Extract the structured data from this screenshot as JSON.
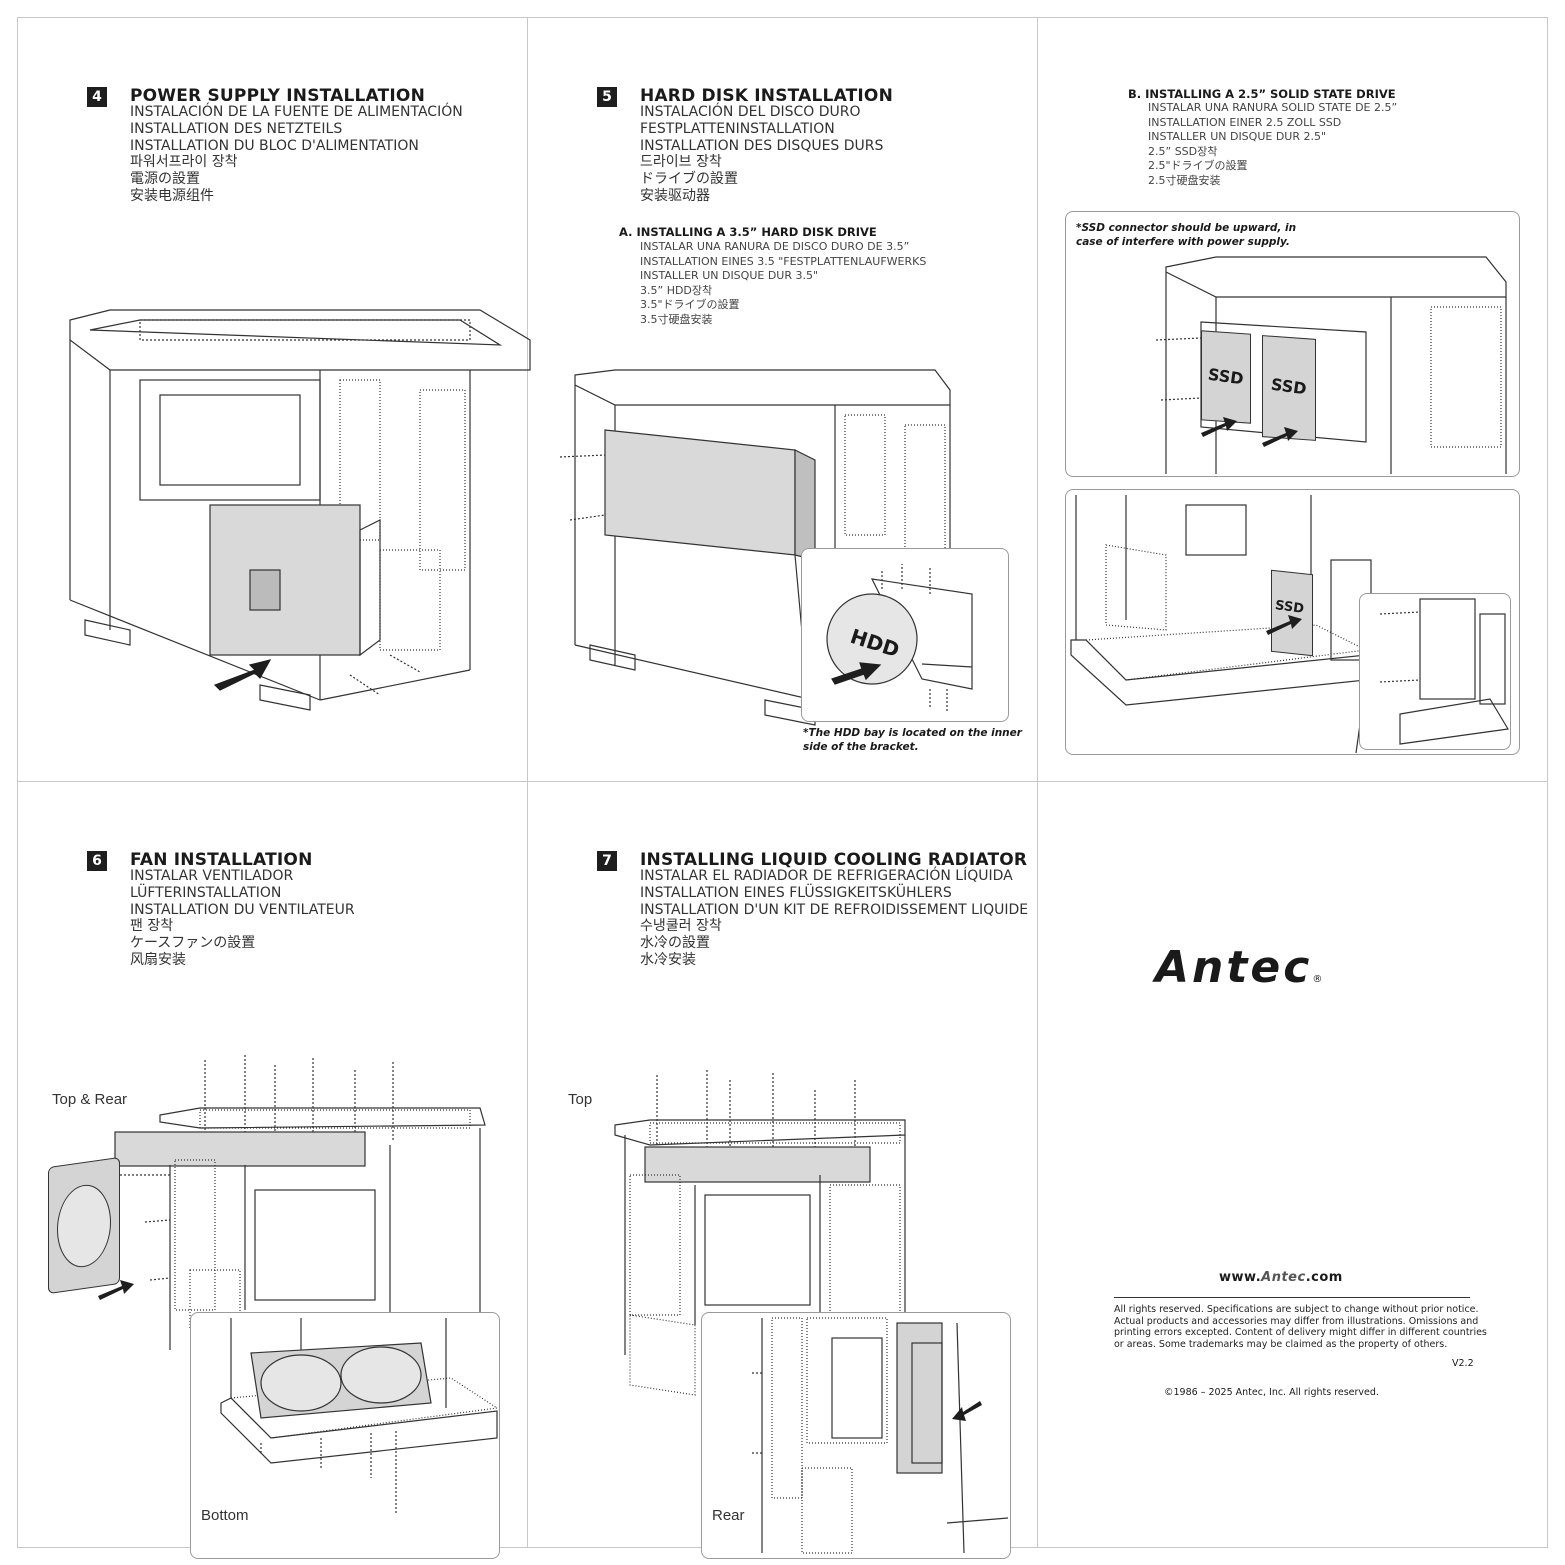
{
  "sections": {
    "psu": {
      "number": "4",
      "title": "POWER SUPPLY INSTALLATION",
      "translations": [
        "INSTALACIÓN DE LA FUENTE DE ALIMENTACIÓN",
        "INSTALLATION DES NETZTEILS",
        "INSTALLATION DU BLOC D'ALIMENTATION",
        "파워서프라이 장착",
        "電源の設置",
        "安装电源组件"
      ]
    },
    "hdd": {
      "number": "5",
      "title": "HARD DISK INSTALLATION",
      "translations": [
        "INSTALACIÓN DEL DISCO DURO",
        "FESTPLATTENINSTALLATION",
        "INSTALLATION DES DISQUES DURS",
        "드라이브 장착",
        "ドライブの設置",
        "安装驱动器"
      ],
      "part_a": {
        "title": "A.  INSTALLING A 3.5”  HARD DISK DRIVE",
        "translations": [
          "INSTALAR UNA RANURA DE DISCO DURO DE 3.5”",
          "INSTALLATION EINES 3.5 \"FESTPLATTENLAUFWERKS",
          "INSTALLER UN DISQUE DUR 3.5\"",
          "3.5” HDD장착",
          "3.5\"ドライブの設置",
          "3.5寸硬盘安装"
        ],
        "label": "HDD",
        "note": [
          "*The HDD bay is located on the inner",
          "side of the bracket."
        ]
      },
      "part_b": {
        "title": "B.  INSTALLING A 2.5”  SOLID STATE DRIVE",
        "translations": [
          "INSTALAR UNA RANURA SOLID STATE DE 2.5”",
          "INSTALLATION EINER 2.5 ZOLL SSD",
          "INSTALLER UN DISQUE DUR 2.5\"",
          "2.5” SSD장착",
          "2.5\"ドライブの設置",
          "2.5寸硬盘安装"
        ],
        "note": [
          "*SSD connector should be upward, in",
          "case of interfere with power supply."
        ],
        "label": "SSD"
      }
    },
    "fan": {
      "number": "6",
      "title": "FAN INSTALLATION",
      "translations": [
        "INSTALAR VENTILADOR",
        "LÜFTERINSTALLATION",
        "INSTALLATION DU VENTILATEUR",
        "팬 장착",
        "ケースファンの設置",
        "风扇安装"
      ],
      "view_top_rear": "Top & Rear",
      "view_bottom": "Bottom"
    },
    "radiator": {
      "number": "7",
      "title": "INSTALLING LIQUID COOLING RADIATOR",
      "translations": [
        "INSTALAR EL RADIADOR DE REFRIGERACIÓN LÍQUIDA",
        "INSTALLATION EINES FLÜSSIGKEITSKÜHLERS",
        "INSTALLATION D'UN KIT DE REFROIDISSEMENT LIQUIDE",
        "수냉쿨러 장착",
        "水冷の設置",
        "水冷安装"
      ],
      "view_top": "Top",
      "view_rear": "Rear"
    }
  },
  "brand": {
    "logo": "Antec",
    "registered": "®",
    "web_prefix": "www.",
    "web_brand": "Antec",
    "web_suffix": ".com",
    "legal": [
      "All rights reserved. Specifications are subject to change without prior notice.",
      "Actual products and accessories may differ from illustrations. Omissions and",
      "printing errors excepted. Content of delivery might differ in different countries",
      "or areas. Some trademarks may be claimed as the property of others."
    ],
    "version": "V2.2",
    "copyright": "©1986 – 2025 Antec, Inc. All rights reserved."
  },
  "colors": {
    "badge": "#1e1e1e",
    "line": "#333333",
    "panel_fill": "#d9d9d9"
  }
}
